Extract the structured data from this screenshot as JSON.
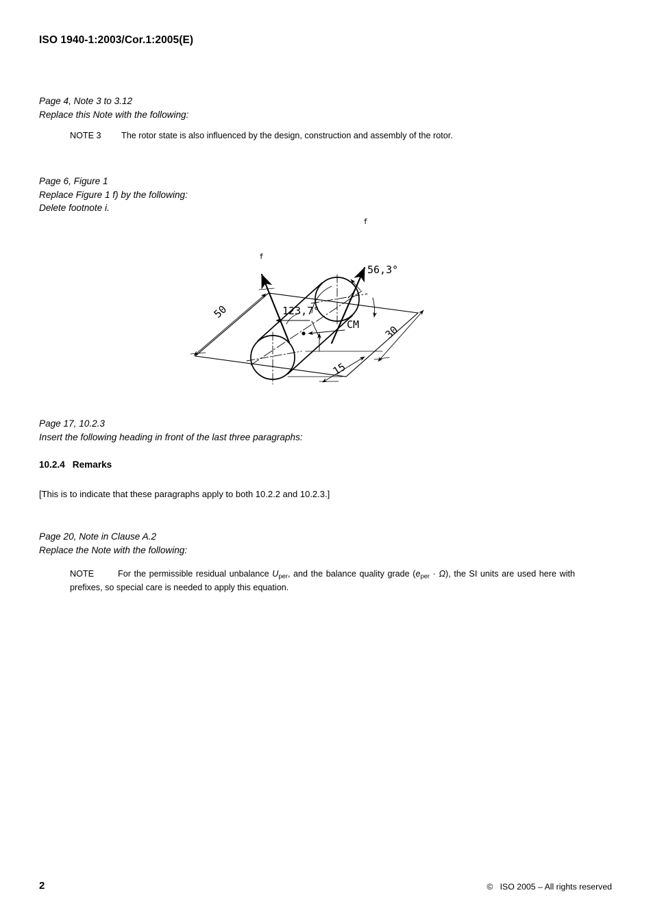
{
  "document": {
    "header": "ISO 1940-1:2003/Cor.1:2005(E)",
    "footer_page_number": "2",
    "footer_copyright": "©   ISO 2005 – All rights reserved"
  },
  "amendments": [
    {
      "id": "page-4-note-3",
      "location": "Page 4, Note 3 to 3.12",
      "action": "Replace this Note with the following:"
    },
    {
      "id": "page-6-figure-1",
      "location": "Page 6, Figure 1",
      "action": "Replace Figure 1 f) by the following:\nDelete footnote i."
    },
    {
      "id": "page-17-10-2-3",
      "location": "Page 17, 10.2.3",
      "action": "Insert the following heading in front of the last three paragraphs:"
    },
    {
      "id": "page-20-clause-a2",
      "location": "Page 20, Note in Clause A.2",
      "action": "Replace the Note with the following:"
    }
  ],
  "note_3": {
    "tag": "NOTE 3",
    "text": "The rotor state is also influenced by the design, construction and assembly of the rotor."
  },
  "clause": {
    "number": "10.2.4",
    "title": "Remarks",
    "paragraph": "[This is to indicate that these paragraphs apply to both 10.2.2 and 10.2.3.]"
  },
  "note_a2": {
    "tag": "NOTE",
    "text_part_1": "For the permissible residual unbalance ",
    "symbol_1": "U",
    "symbol_1_sub": "per",
    "text_part_2": ", and the balance quality grade (",
    "symbol_2": "e",
    "symbol_2_sub": "per",
    "text_part_3": " · ",
    "symbol_3": "Ω",
    "text_part_4": "), the SI units are used here with prefixes, so special care is needed to apply this equation."
  },
  "figure": {
    "name": "rotor-cylinder-force-diagram",
    "labels": {
      "force_left": "f",
      "force_right": "f",
      "angle_upper": "56,3°",
      "angle_lower": "123,7°",
      "center_of_mass": "CM",
      "dim_left": "50",
      "dim_right": "30",
      "dim_bottom": "15"
    },
    "stroke_color": "#000000"
  }
}
